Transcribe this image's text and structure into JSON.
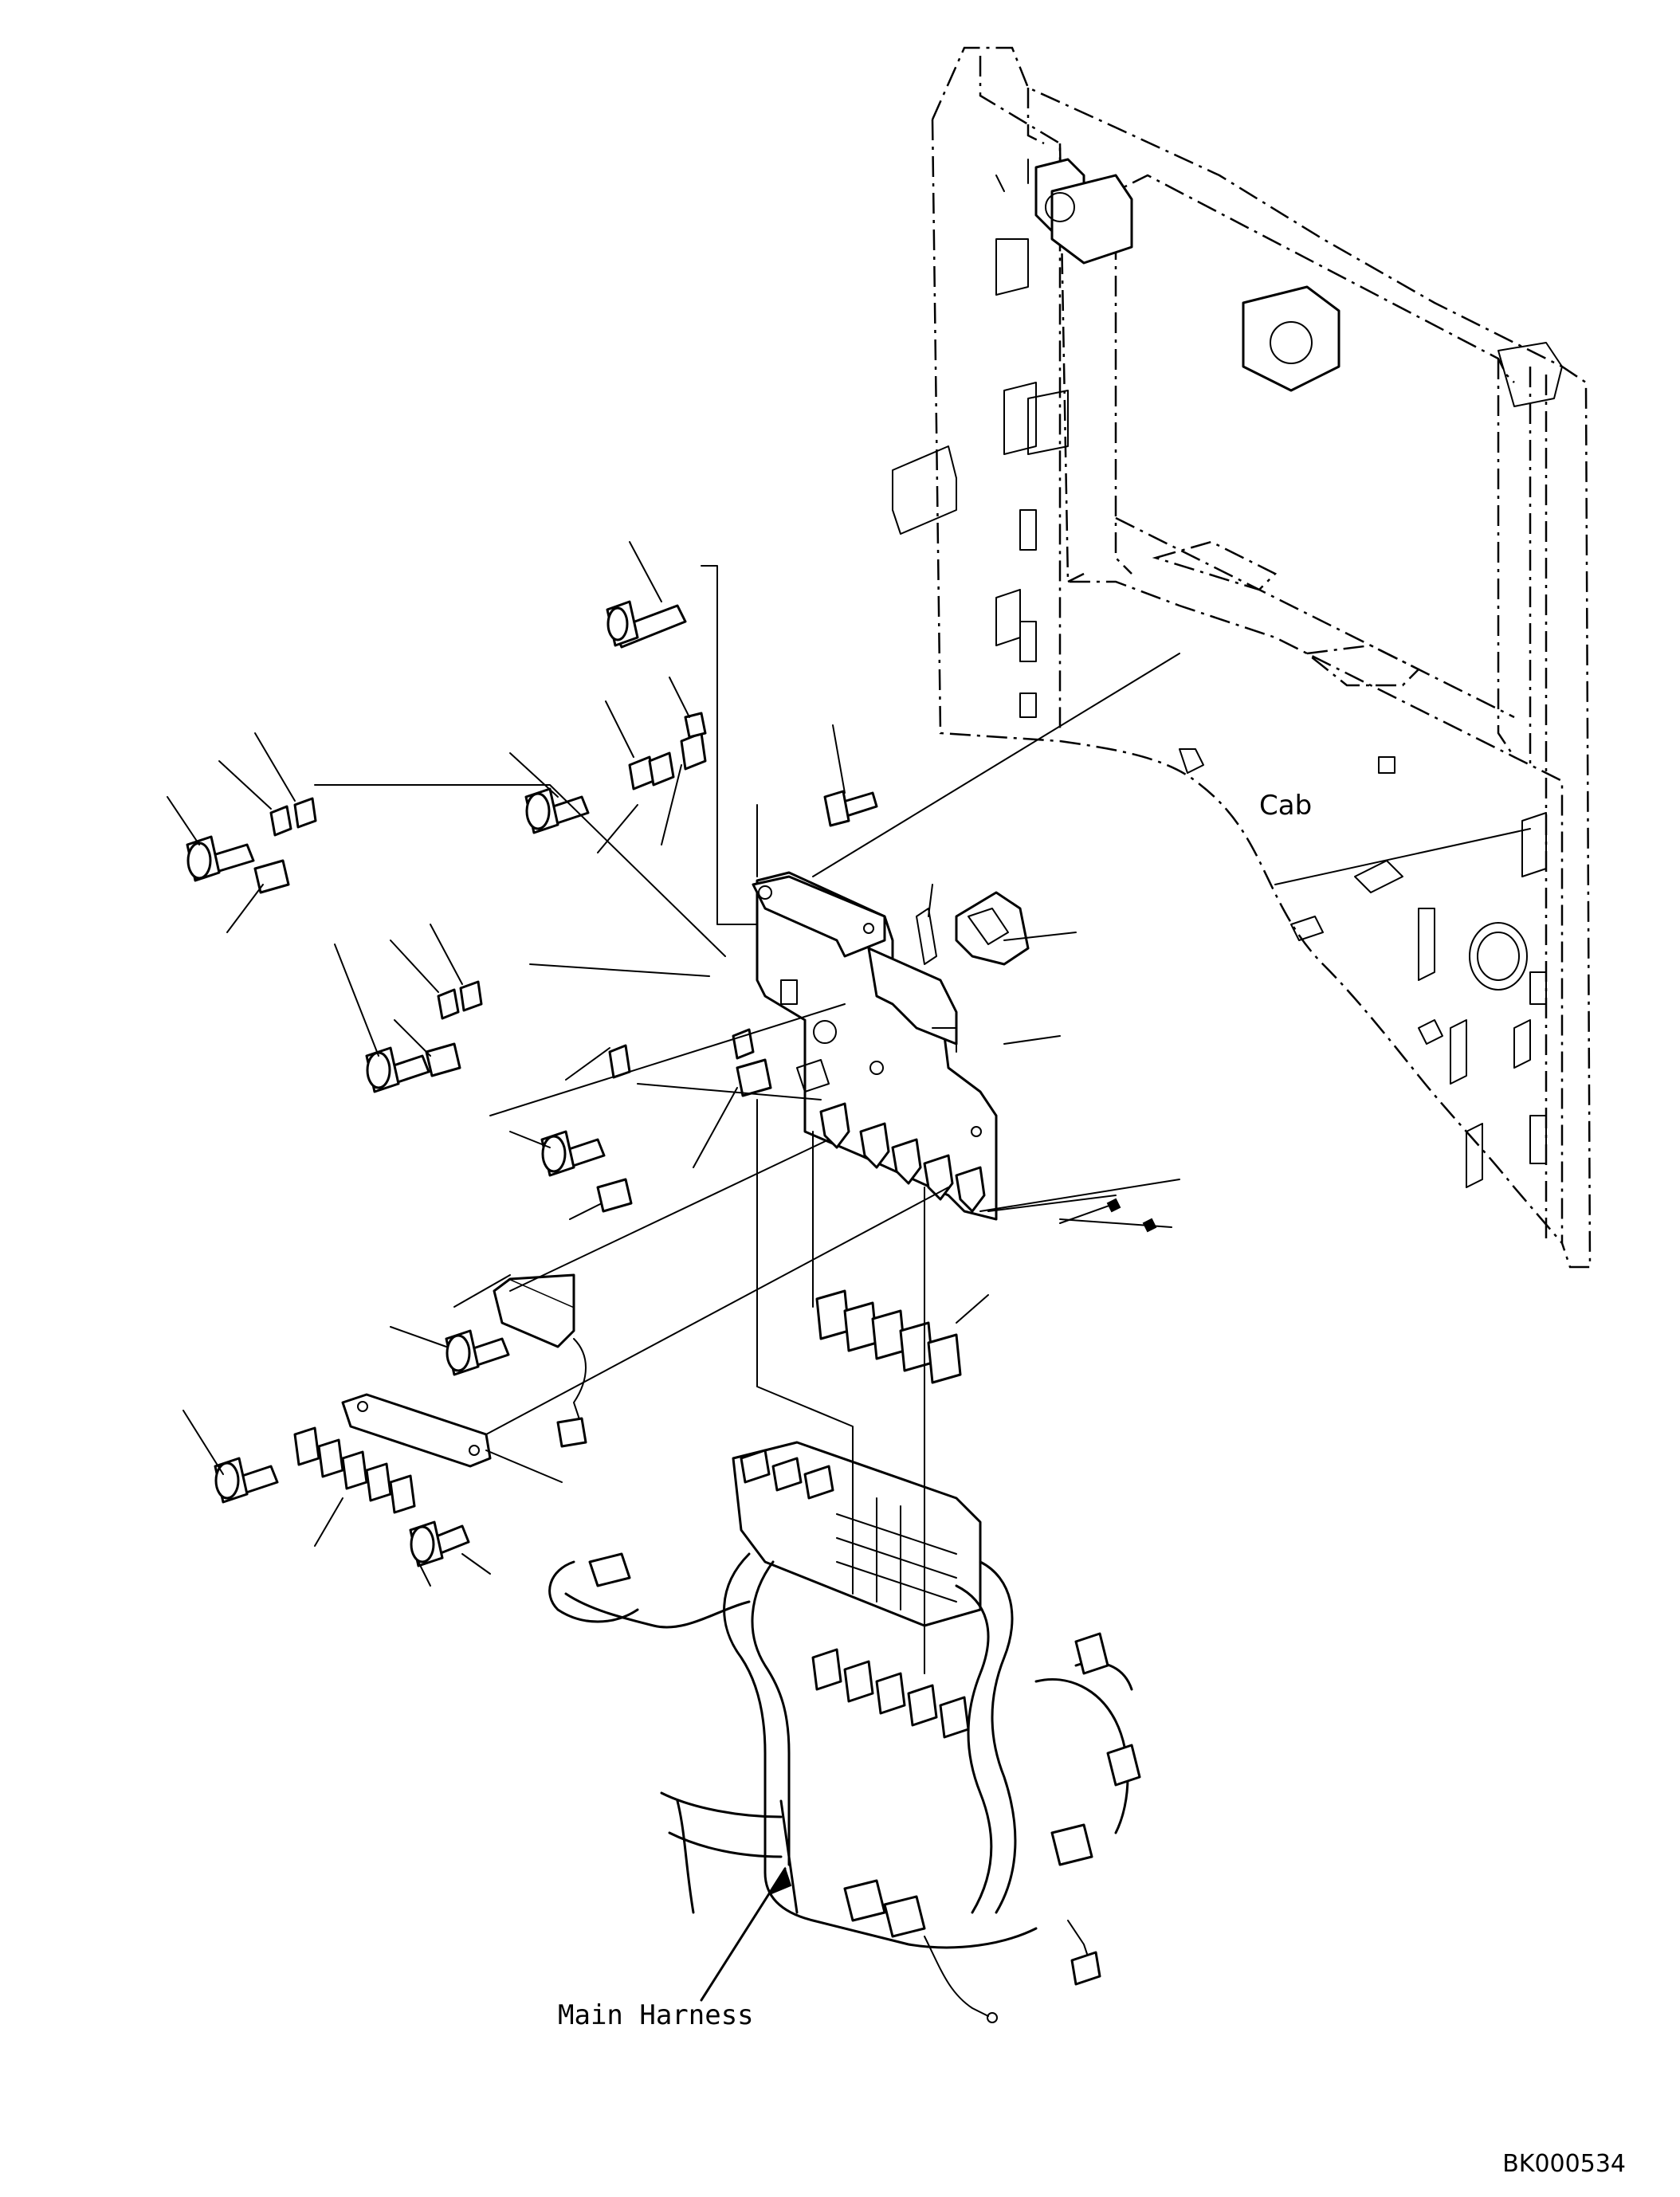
{
  "diagram": {
    "labels": {
      "cab": "Cab",
      "main_harness": "Main Harness",
      "figure_code": "BK000534"
    },
    "line_color": "#000000",
    "background": "#ffffff"
  }
}
